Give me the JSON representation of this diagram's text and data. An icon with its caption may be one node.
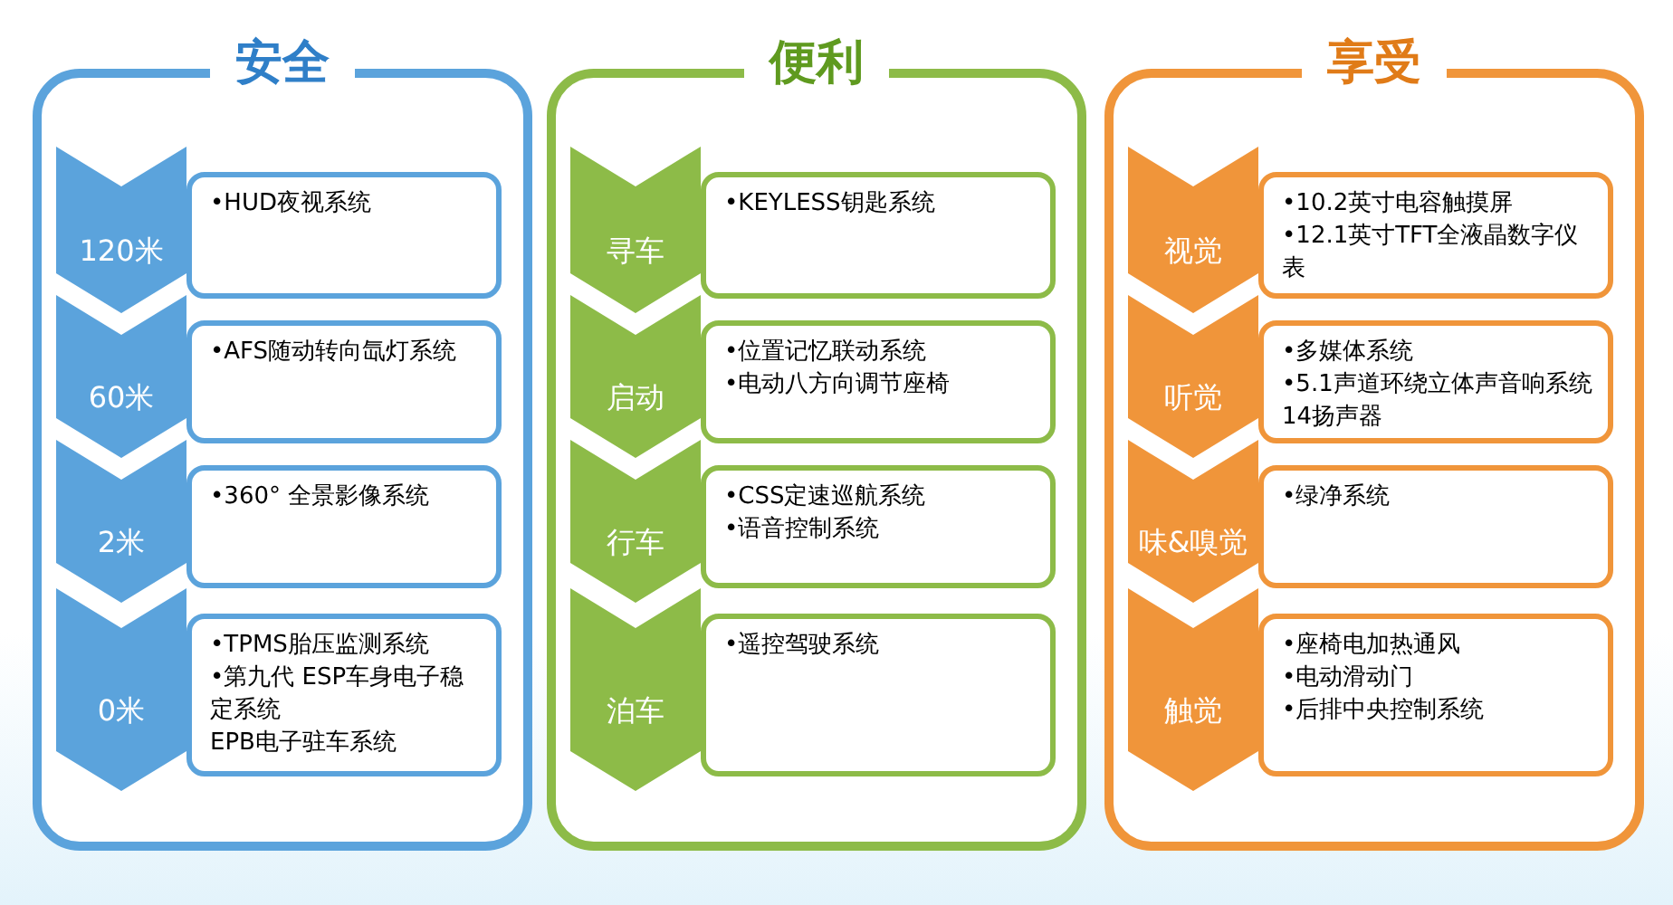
{
  "diagram": {
    "nodes": [
      {
        "text": [
          "安全"
        ]
      },
      {
        "text": [
          "120米"
        ],
        "in": 0
      },
      {
        "text": [
          "•HUD夜视系统"
        ],
        "in": 0
      },
      {
        "text": [
          "60米"
        ],
        "in": 0
      },
      {
        "text": [
          "•AFS随动转向氙灯系统"
        ],
        "in": 0
      },
      {
        "text": [
          "2米"
        ],
        "in": 0
      },
      {
        "text": [
          "•360° 全景影像系统"
        ],
        "in": 0
      },
      {
        "text": [
          "0米"
        ],
        "in": 0
      },
      {
        "text": [
          "•TPMS胎压监测系统",
          "•第九代 ESP车身电子稳定系统",
          "EPB电子驻车系统"
        ],
        "in": 0
      },
      {
        "text": [
          "便利"
        ]
      },
      {
        "text": [
          "寻车"
        ],
        "in": 9
      },
      {
        "text": [
          "•KEYLESS钥匙系统"
        ],
        "in": 9
      },
      {
        "text": [
          "启动"
        ],
        "in": 9
      },
      {
        "text": [
          "•位置记忆联动系统",
          "•电动八方向调节座椅"
        ],
        "in": 9
      },
      {
        "text": [
          "行车"
        ],
        "in": 9
      },
      {
        "text": [
          "•CSS定速巡航系统",
          "•语音控制系统"
        ],
        "in": 9
      },
      {
        "text": [
          "泊车"
        ],
        "in": 9
      },
      {
        "text": [
          "•遥控驾驶系统"
        ],
        "in": 9
      },
      {
        "text": [
          "享受"
        ]
      },
      {
        "text": [
          "视觉"
        ],
        "in": 18
      },
      {
        "text": [
          "•10.2英寸电容触摸屏",
          "•12.1英寸TFT全液晶数字仪表"
        ],
        "in": 18
      },
      {
        "text": [
          "听觉"
        ],
        "in": 18
      },
      {
        "text": [
          "•多媒体系统",
          "•5.1声道环绕立体声音响系统14扬声器"
        ],
        "in": 18
      },
      {
        "text": [
          "味&嗅觉"
        ],
        "in": 18
      },
      {
        "text": [
          "•绿净系统"
        ],
        "in": 18
      },
      {
        "text": [
          "触觉"
        ],
        "in": 18
      },
      {
        "text": [
          "•座椅电加热通风",
          "•电动滑动门",
          "•后排中央控制系统"
        ],
        "in": 18
      }
    ]
  }
}
